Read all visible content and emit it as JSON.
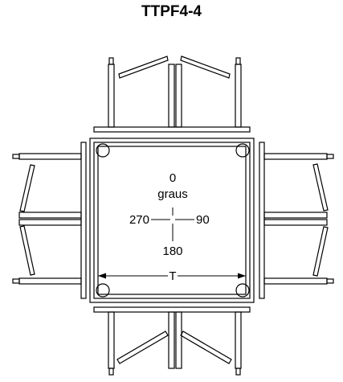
{
  "title": "TTPF4-4",
  "orientation": {
    "top_value": "0",
    "top_unit": "graus",
    "left_value": "270",
    "right_value": "90",
    "bottom_value": "180"
  },
  "dimension_label": "T"
}
